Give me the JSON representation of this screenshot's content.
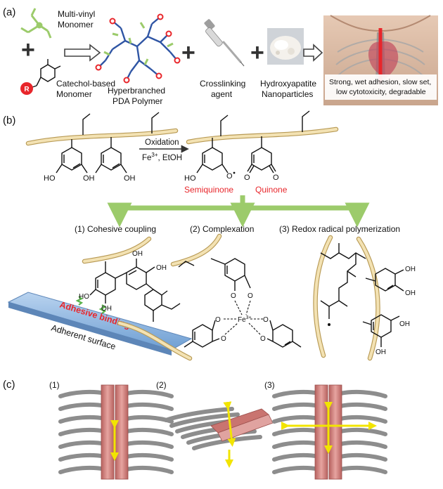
{
  "panels": {
    "a": "(a)",
    "b": "(b)",
    "c": "(c)"
  },
  "row_a": {
    "multivinyl_line1": "Multi-vinyl",
    "multivinyl_line2": "Monomer",
    "catechol_line1": "Catechol-based",
    "catechol_line2": "Monomer",
    "r_group": "R",
    "hyper_line1": "Hyperbranched",
    "hyper_line2": "PDA Polymer",
    "crosslink_line1": "Crosslinking",
    "crosslink_line2": "agent",
    "hydroxy_line1": "Hydroxyapatite",
    "hydroxy_line2": "Nanoparticles",
    "props_line1": "Strong, wet adhesion, slow set,",
    "props_line2": "low cytotoxicity, degradable",
    "plus": "+"
  },
  "row_b": {
    "oxidation": "Oxidation",
    "fe3": "Fe",
    "fe3_sup": "3+",
    "etoh": ", EtOH",
    "ho": "HO",
    "oh": "OH",
    "o": "O",
    "o_radical": "O",
    "semiquinone": "Semiquinone",
    "quinone": "Quinone",
    "path1": "(1) Cohesive coupling",
    "path2": "(2) Complexation",
    "path3": "(3) Redox radical polymerization",
    "fe_center": "Fe",
    "fe_center_sup": "3+",
    "adhesive_binding": "Adhesive binding",
    "adherent_surface": "Adherent surface"
  },
  "row_c": {
    "s1": "(1)",
    "s2": "(2)",
    "s3": "(3)"
  },
  "colors": {
    "red_text": "#e8262b",
    "fiber": "#f3e2b3",
    "green_arrow": "#9ccb6b",
    "sternum": "#d88a86",
    "arrow_yellow": "#f2e400",
    "surface": "#8fb6e0"
  }
}
